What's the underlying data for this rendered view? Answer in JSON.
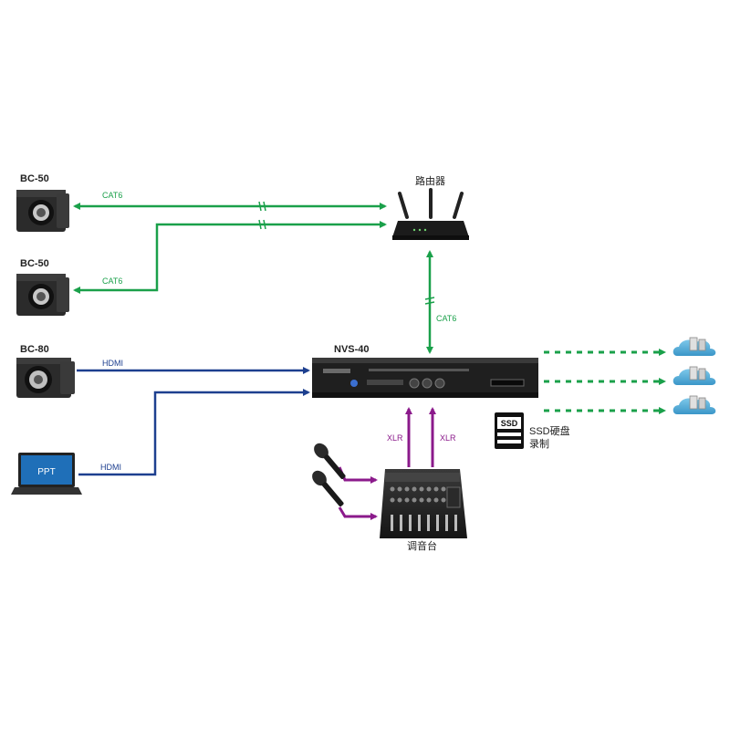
{
  "devices": {
    "cam1": "BC-50",
    "cam2": "BC-50",
    "cam3": "BC-80",
    "laptop_screen": "PPT",
    "router": "路由器",
    "encoder": "NVS-40",
    "mixer": "调音台",
    "ssd_badge": "SSD",
    "ssd_line1": "SSD硬盘",
    "ssd_line2": "录制"
  },
  "links": {
    "cat6_1": "CAT6",
    "cat6_2": "CAT6",
    "cat6_3": "CAT6",
    "hdmi_1": "HDMI",
    "hdmi_2": "HDMI",
    "xlr_1": "XLR",
    "xlr_2": "XLR"
  },
  "colors": {
    "ethernet": "#1aa04a",
    "hdmi": "#1d3f8f",
    "audio": "#8b1a8b",
    "stream": "#1aa04a"
  },
  "icons": [
    "camera-icon",
    "laptop-icon",
    "router-icon",
    "encoder-icon",
    "microphone-icon",
    "mixer-icon",
    "ssd-icon",
    "cloud-icon"
  ]
}
